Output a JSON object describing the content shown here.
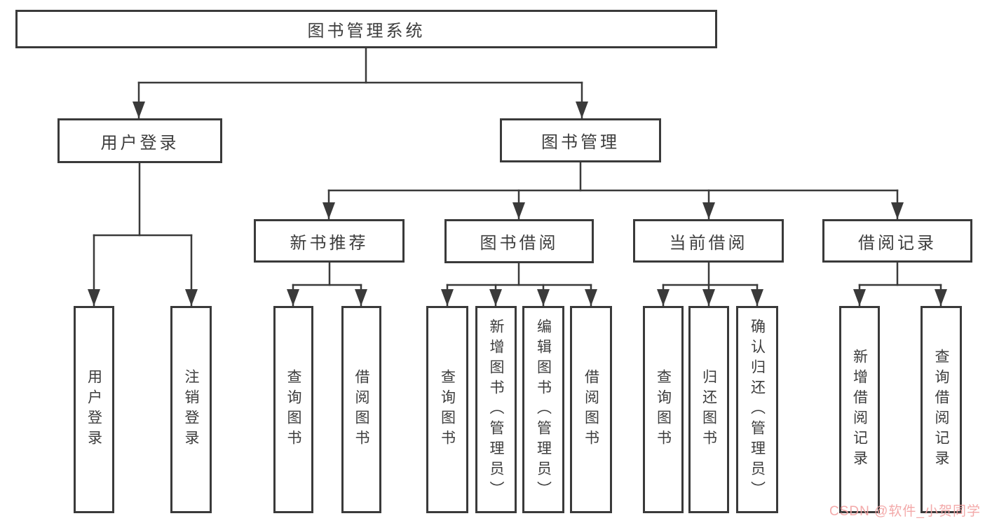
{
  "diagram": {
    "title": "图书管理系统",
    "colors": {
      "line": "#3a3a3a",
      "text": "#3d3d3d",
      "background": "#ffffff",
      "watermark_text_color": "#f2a2a2"
    },
    "root": {
      "label": "图书管理系统"
    },
    "level2": [
      {
        "label": "用户登录"
      },
      {
        "label": "图书管理"
      }
    ],
    "level3": [
      {
        "label": "新书推荐"
      },
      {
        "label": "图书借阅"
      },
      {
        "label": "当前借阅"
      },
      {
        "label": "借阅记录"
      }
    ],
    "leaves": [
      {
        "parent": "用户登录",
        "label": "用户登录"
      },
      {
        "parent": "用户登录",
        "label": "注销登录"
      },
      {
        "parent": "新书推荐",
        "label": "查询图书"
      },
      {
        "parent": "新书推荐",
        "label": "借阅图书"
      },
      {
        "parent": "图书借阅",
        "label": "查询图书"
      },
      {
        "parent": "图书借阅",
        "label": "新增图书（管理员）"
      },
      {
        "parent": "图书借阅",
        "label": "编辑图书（管理员）"
      },
      {
        "parent": "图书借阅",
        "label": "借阅图书"
      },
      {
        "parent": "当前借阅",
        "label": "查询图书"
      },
      {
        "parent": "当前借阅",
        "label": "归还图书"
      },
      {
        "parent": "当前借阅",
        "label": "确认归还（管理员）"
      },
      {
        "parent": "借阅记录",
        "label": "新增借阅记录"
      },
      {
        "parent": "借阅记录",
        "label": "查询借阅记录"
      }
    ],
    "watermark": "CSDN @软件_小贺同学"
  }
}
